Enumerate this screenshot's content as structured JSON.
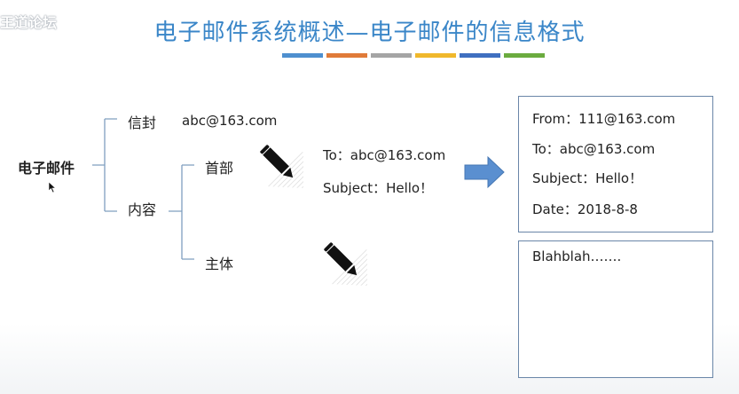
{
  "watermark": {
    "text": "王道论坛"
  },
  "slide": {
    "title": "电子邮件系统概述—电子邮件的信息格式",
    "title_bar_colors": [
      "#4e8fcf",
      "#e07b39",
      "#a5a5a5",
      "#f0b82c",
      "#3f6fc0",
      "#6bab3f"
    ]
  },
  "tree": {
    "root": "电子邮件",
    "envelope": {
      "label": "信封",
      "value": "abc@163.com"
    },
    "content": {
      "label": "内容",
      "header": {
        "label": "首部"
      },
      "body": {
        "label": "主体"
      }
    }
  },
  "header_fields": {
    "to": "To：abc@163.com",
    "subject": "Subject：Hello！"
  },
  "message_card": {
    "from": "From：111@163.com",
    "to": "To：abc@163.com",
    "subject": "Subject：Hello！",
    "date": "Date：2018-8-8"
  },
  "body_card": {
    "text": "Blahblah……."
  },
  "icons": {
    "pencil": "pencil-icon",
    "arrow": "right-arrow-icon",
    "cursor": "mouse-cursor-icon"
  },
  "colors": {
    "title": "#3a86c8",
    "card_border": "#6a86a8",
    "arrow": "#5a8fd0",
    "bracket": "#7f9fbf"
  }
}
